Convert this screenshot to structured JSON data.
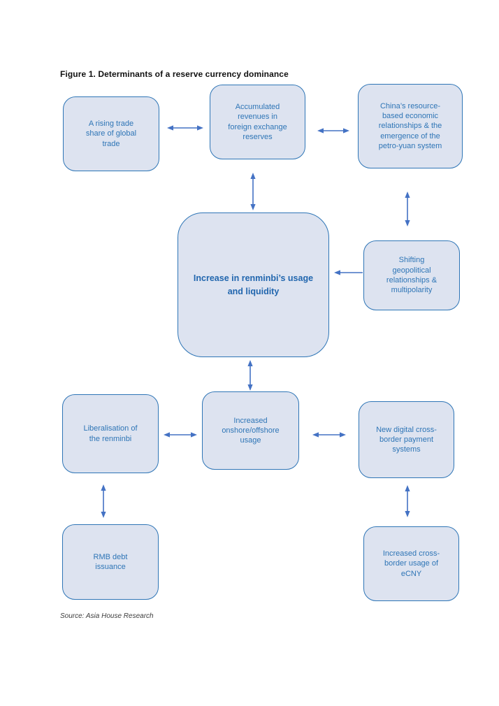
{
  "figure": {
    "title": "Figure 1. Determinants of a reserve currency dominance",
    "source": "Source: Asia House Research"
  },
  "colors": {
    "node_fill": "#dde3f0",
    "node_border": "#2e75b6",
    "node_text": "#2e75b6",
    "center_text": "#2166ae",
    "arrow": "#4472c4",
    "title_text": "#111111",
    "source_text": "#3d3d3d"
  },
  "nodes": {
    "rising_trade": {
      "label": "A rising trade\nshare of global\ntrade"
    },
    "accumulated_revenues": {
      "label": "Accumulated\nrevenues in\nforeign exchange\nreserves"
    },
    "china_resource": {
      "label": "China’s resource-\nbased economic\nrelationships & the\nemergence of the\npetro-yuan system"
    },
    "renminbi_usage": {
      "label": "Increase in renminbi’s usage\nand liquidity"
    },
    "shifting_geopolitical": {
      "label": "Shifting\ngeopolitical\nrelationships &\nmultipolarity"
    },
    "increased_onshore_offshore": {
      "label": "Increased\nonshore/offshore\nusage"
    },
    "liberalisation": {
      "label": "Liberalisation of\nthe renminbi"
    },
    "new_digital_payment": {
      "label": "New digital cross-\nborder payment\nsystems"
    },
    "rmb_debt": {
      "label": "RMB debt\nissuance"
    },
    "ecny_usage": {
      "label": "Increased cross-\nborder usage of\neCNY"
    }
  },
  "edges": [
    {
      "from": "rising_trade",
      "to": "accumulated_revenues",
      "arrow": "double",
      "orientation": "horizontal"
    },
    {
      "from": "accumulated_revenues",
      "to": "china_resource",
      "arrow": "double",
      "orientation": "horizontal"
    },
    {
      "from": "accumulated_revenues",
      "to": "renminbi_usage",
      "arrow": "double",
      "orientation": "vertical"
    },
    {
      "from": "china_resource",
      "to": "shifting_geopolitical",
      "arrow": "double",
      "orientation": "vertical"
    },
    {
      "from": "shifting_geopolitical",
      "to": "renminbi_usage",
      "arrow": "single",
      "orientation": "horizontal"
    },
    {
      "from": "renminbi_usage",
      "to": "increased_onshore_offshore",
      "arrow": "double",
      "orientation": "vertical"
    },
    {
      "from": "liberalisation",
      "to": "increased_onshore_offshore",
      "arrow": "double",
      "orientation": "horizontal"
    },
    {
      "from": "increased_onshore_offshore",
      "to": "new_digital_payment",
      "arrow": "double",
      "orientation": "horizontal"
    },
    {
      "from": "liberalisation",
      "to": "rmb_debt",
      "arrow": "double",
      "orientation": "vertical"
    },
    {
      "from": "new_digital_payment",
      "to": "ecny_usage",
      "arrow": "double",
      "orientation": "vertical"
    }
  ]
}
